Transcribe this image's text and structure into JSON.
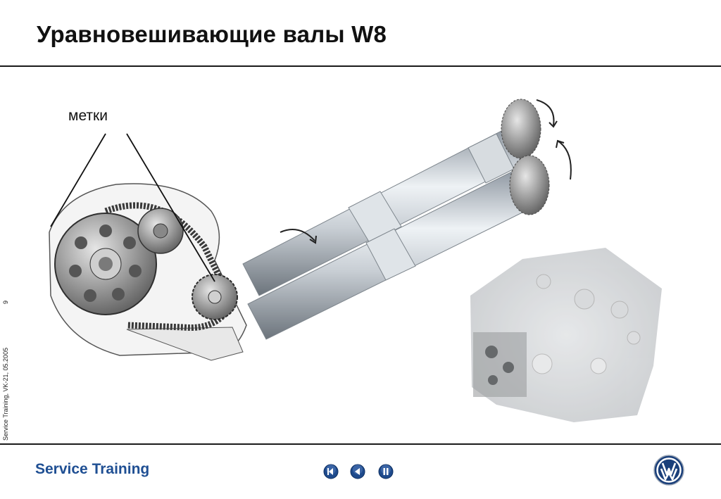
{
  "slide": {
    "title": "Уравновешивающие валы W8",
    "page_number": "9",
    "side_text": "Service Training, VK-21, 05.2005"
  },
  "illustration": {
    "callout_label": "метки"
  },
  "footer": {
    "brand": "Service Training",
    "nav_icons": [
      "first-slide-icon",
      "previous-slide-icon",
      "pause-icon"
    ],
    "logo_icon": "vw-logo-icon"
  },
  "colors": {
    "footer_text": "#1f4f93",
    "nav_button": "#1e4a8c",
    "rule": "#1a1a1a"
  }
}
